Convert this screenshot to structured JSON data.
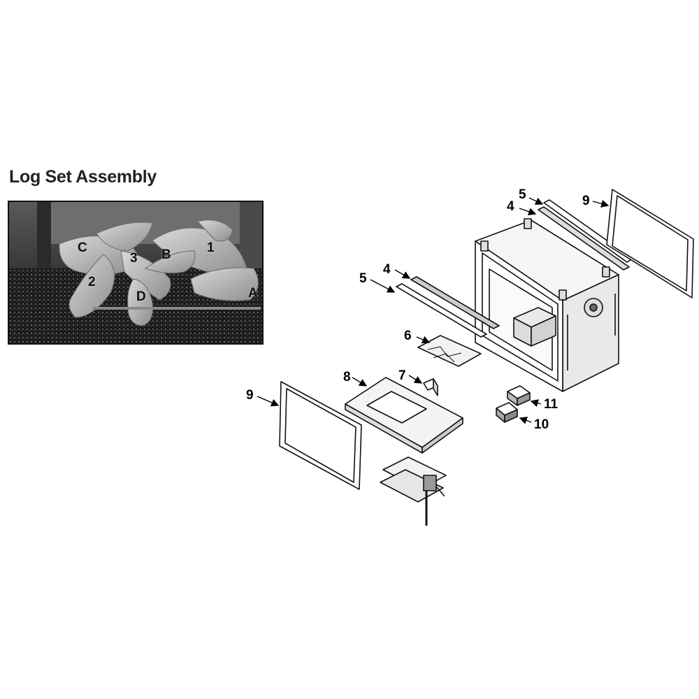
{
  "title": "Log Set Assembly",
  "photo_labels": {
    "log_c": "C",
    "log_3": "3",
    "log_b": "B",
    "log_1": "1",
    "log_2": "2",
    "log_d": "D",
    "log_a": "A"
  },
  "callouts": {
    "part_5_top": "5",
    "part_4_top": "4",
    "part_9_right": "9",
    "part_4_left": "4",
    "part_5_left": "5",
    "part_6": "6",
    "part_7": "7",
    "part_8": "8",
    "part_9_left": "9",
    "part_11": "11",
    "part_10": "10"
  }
}
